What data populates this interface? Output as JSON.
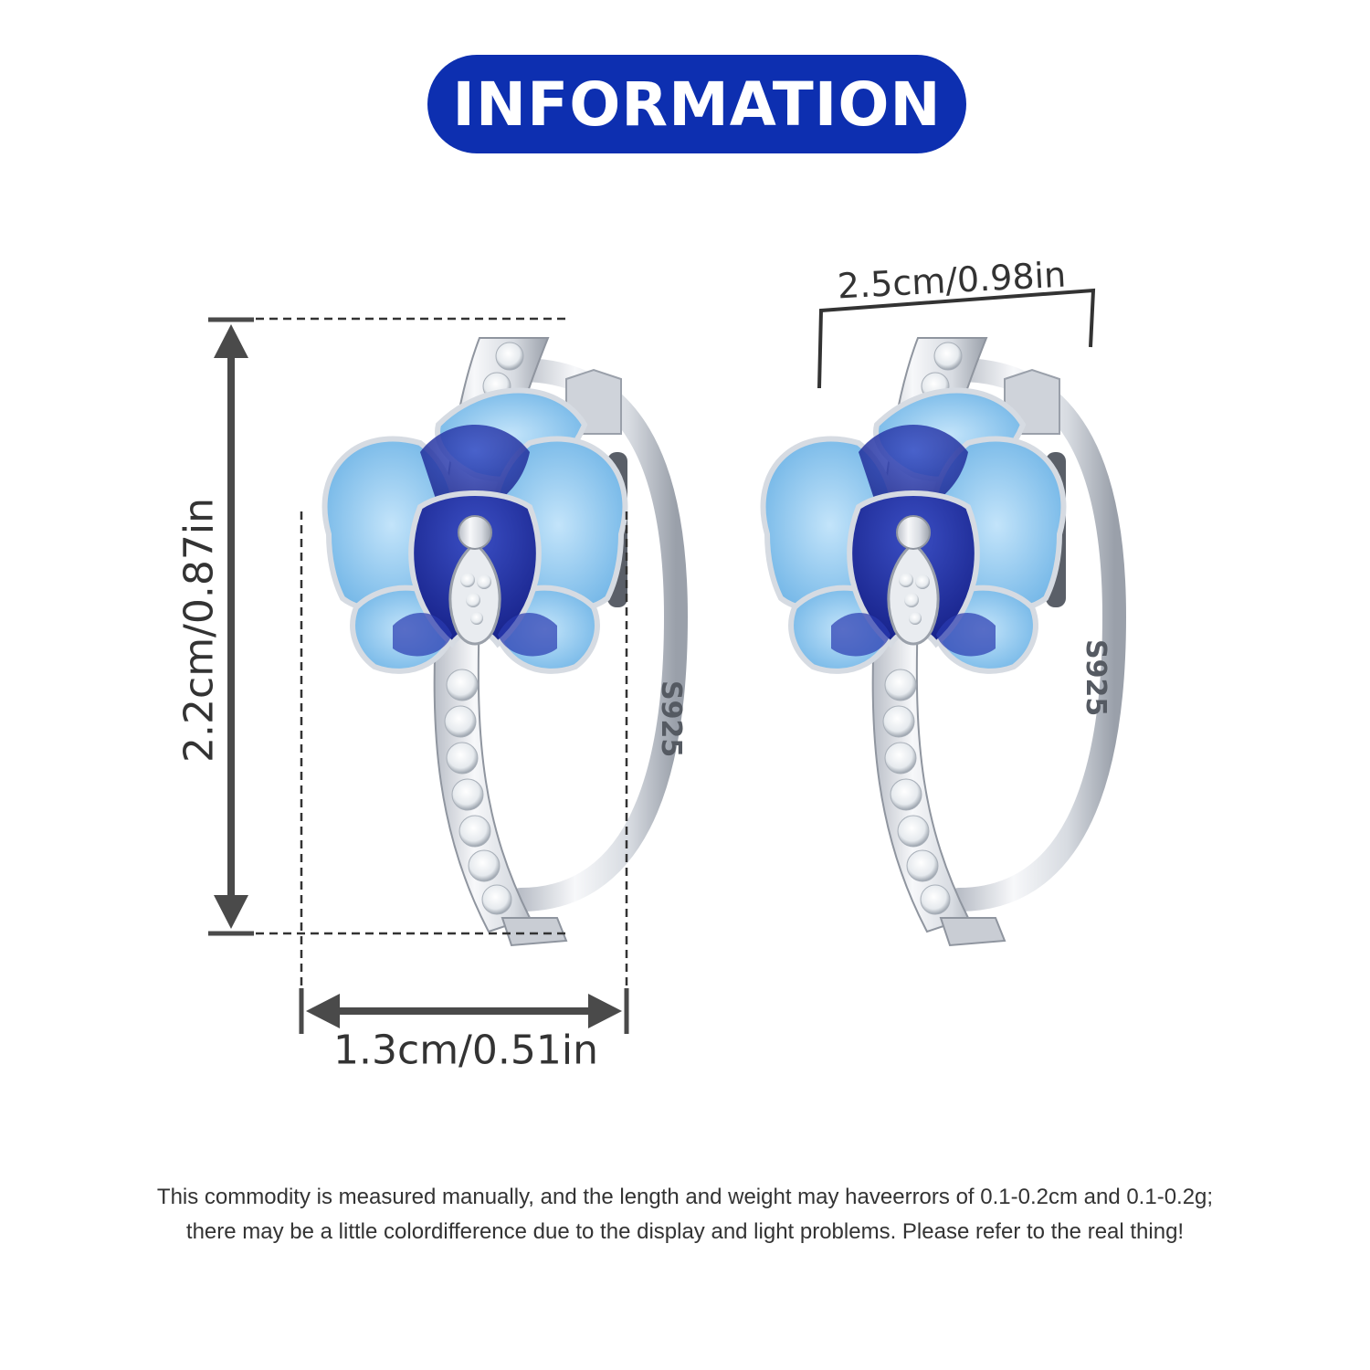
{
  "header": {
    "title": "INFORMATION",
    "pill_color": "#0d2fb0"
  },
  "dimensions": {
    "height": "2.2cm/0.87in",
    "width": "1.3cm/0.51in",
    "diameter": "2.5cm/0.98in"
  },
  "product": {
    "stamp": "S925",
    "colors": {
      "metal": "#e4e7ec",
      "petal_light": "#8ec8ee",
      "petal_dark": "#1f2f9e",
      "stone": "#f4f6f8"
    }
  },
  "disclaimer": {
    "line1": "This commodity is measured manually, and the length and weight may haveerrors of 0.1-0.2cm and 0.1-0.2g;",
    "line2": "there may be a little colordifference due to the display and light problems. Please refer to the real thing!"
  }
}
